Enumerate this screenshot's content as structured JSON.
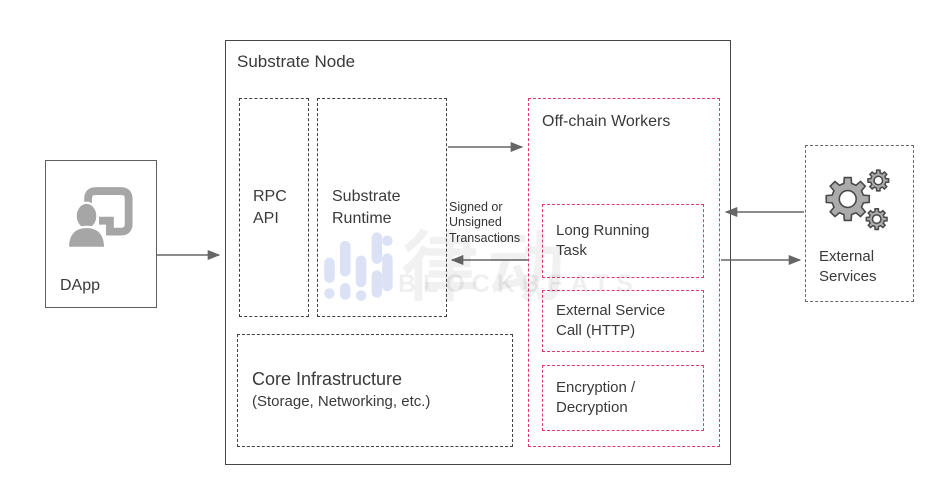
{
  "diagram": {
    "dapp": {
      "label": "DApp"
    },
    "node": {
      "title": "Substrate Node",
      "rpc_api": "RPC API",
      "runtime": "Substrate Runtime",
      "offchain": {
        "title": "Off-chain Workers",
        "items": [
          "Long Running Task",
          "External Service Call (HTTP)",
          "Encryption / Decryption"
        ]
      },
      "core": {
        "title": "Core Infrastructure",
        "subtitle": "(Storage, Networking, etc.)"
      }
    },
    "external_services": {
      "label": "External Services"
    },
    "arrow_label": "Signed or Unsigned Transactions",
    "watermark": {
      "zh": "律动",
      "en": "BLOCKBEATS"
    }
  },
  "colors": {
    "accent_red": "#e03a68",
    "border_dark": "#3f4245",
    "arrow_gray": "#666666",
    "icon_gray": "#a6a6a6",
    "watermark_blue": "#dbe2f6"
  }
}
